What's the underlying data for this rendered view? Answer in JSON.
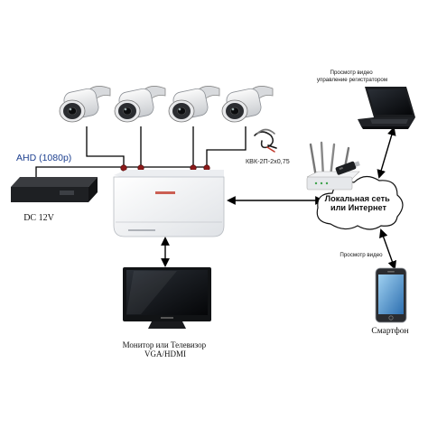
{
  "labels": {
    "ahd": "AHD (1080p)",
    "cable": "КВК-2П-2х0,75",
    "psu": "DC 12V",
    "laptop": "Просмотр видео управление регистратором",
    "network": "Локальная сеть или Интернет",
    "phone_view": "Просмотр видео",
    "smartphone": "Смартфон",
    "monitor": "Монитор или Телевизор VGA/HDMI"
  },
  "colors": {
    "ahd_text": "#1c3f8f",
    "junction": "#8b1a1a",
    "wire": "#000000"
  },
  "icons": {
    "camera": "bullet-camera-icon",
    "dvr": "dvr-recorder-icon",
    "psu": "power-supply-icon",
    "monitor": "monitor-icon",
    "router": "wifi-router-icon",
    "modem": "usb-modem-icon",
    "cloud": "cloud-icon",
    "laptop": "laptop-icon",
    "phone": "smartphone-icon",
    "cable": "cable-coil-icon"
  }
}
